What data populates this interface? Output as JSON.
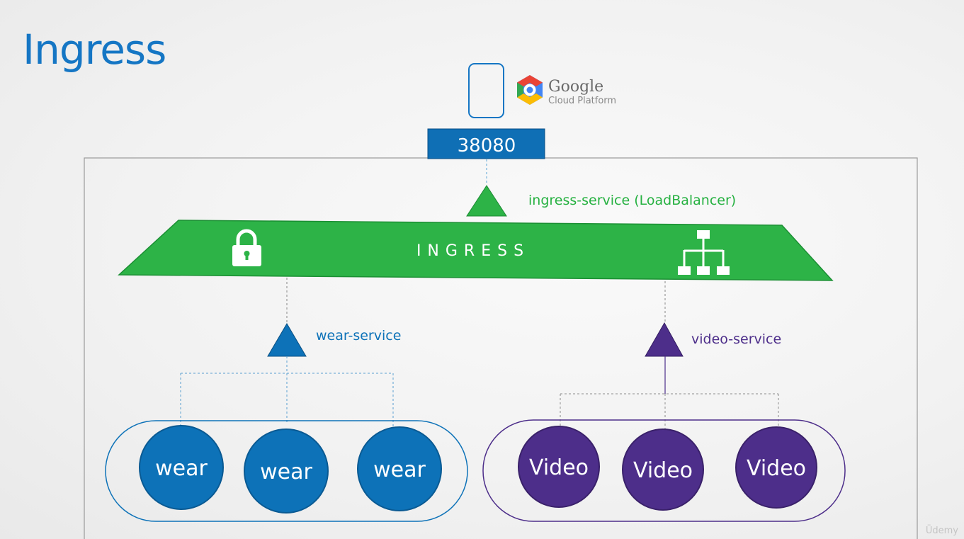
{
  "slide": {
    "title": "Ingress"
  },
  "cloud": {
    "brand_name": "Google",
    "brand_subtitle": "Cloud Platform"
  },
  "node_port": {
    "label": "38080"
  },
  "ingress_service": {
    "label": "ingress-service (LoadBalancer)"
  },
  "ingress": {
    "label": "INGRESS"
  },
  "wear_service": {
    "label": "wear-service"
  },
  "video_service": {
    "label": "video-service"
  },
  "wear_pods": [
    "wear",
    "wear",
    "wear"
  ],
  "video_pods": [
    "Video",
    "Video",
    "Video"
  ],
  "colors": {
    "title": "#1576c4",
    "node_port": "#0f6fb5",
    "ingress_green": "#2db347",
    "ingress_label": "#26b141",
    "wear_blue": "#0d72b8",
    "video_purple": "#4d2e8a"
  },
  "watermark": "Üdemy"
}
